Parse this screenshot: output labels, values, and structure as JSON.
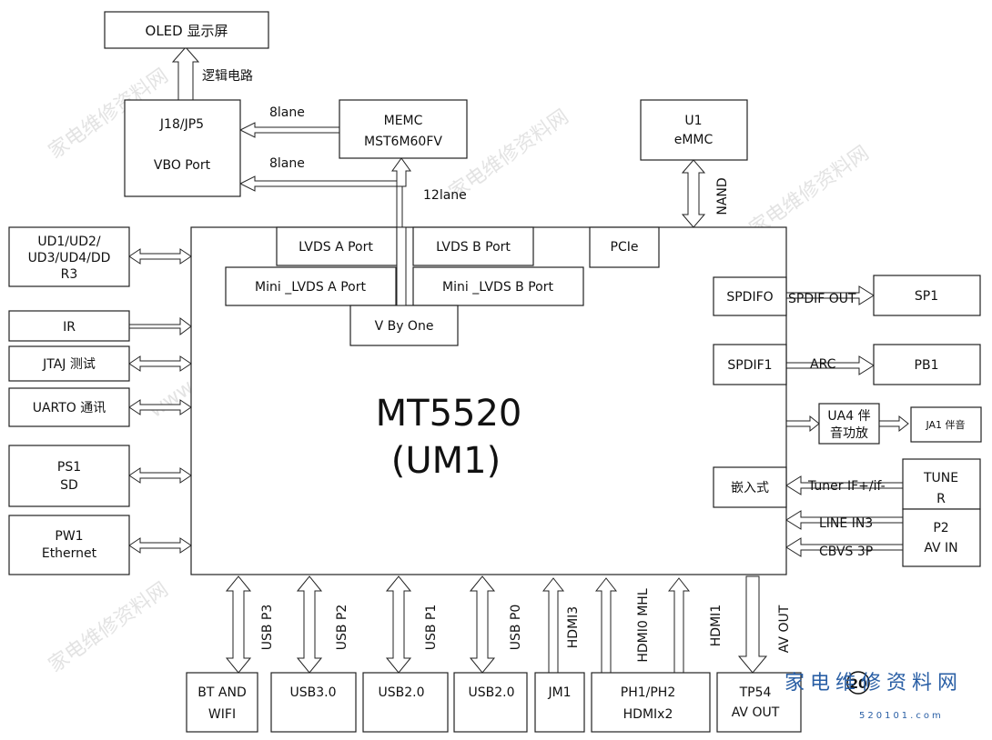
{
  "blocks": {
    "oled": "OLED 显示屏",
    "j18_line1": "J18/JP5",
    "j18_line2": "VBO Port",
    "memc_line1": "MEMC",
    "memc_line2": "MST6M60FV",
    "u1_line1": "U1",
    "u1_line2": "eMMC",
    "main_chip_line1": "MT5520",
    "main_chip_line2": "(UM1)",
    "lvds_a": "LVDS A Port",
    "lvds_b": "LVDS B Port",
    "pcie": "PCIe",
    "mini_lvds_a": "Mini _LVDS A Port",
    "mini_lvds_b": "Mini _LVDS B Port",
    "vbyone": "V    By One",
    "ud_line1": "UD1/UD2/",
    "ud_line2": "UD3/UD4/DD",
    "ud_line3": "R3",
    "ir": "IR",
    "jtag": "JTAJ 测试",
    "uart": "UARTO 通讯",
    "ps1_line1": "PS1",
    "ps1_line2": "SD",
    "pw1_line1": "PW1",
    "pw1_line2": "Ethernet",
    "spdif0": "SPDIFO",
    "spdif1": "SPDIF1",
    "embedded": "嵌入式",
    "sp1": "SP1",
    "pb1": "PB1",
    "ua4_line1": "UA4 伴",
    "ua4_line2": "音功放",
    "ja1": "JA1 伴音",
    "tuner_line1": "TUNE",
    "tuner_line2": "R",
    "p2_line1": "P2",
    "p2_line2": "AV IN",
    "bt_line1": "BT AND",
    "bt_line2": "WIFI",
    "usb30": "USB3.0",
    "usb20_a": "USB2.0",
    "usb20_b": "USB2.0",
    "jm1": "JM1",
    "ph_line1": "PH1/PH2",
    "ph_line2": "HDMIx2",
    "tp54_line1": "TP54",
    "tp54_line2": "AV OUT"
  },
  "signals": {
    "logic_circuit": "逻辑电路",
    "lane8_top": "8lane",
    "lane8_bottom": "8lane",
    "lane12": "12lane",
    "nand": "NAND",
    "spdif_out": "SPDIF OUT",
    "arc": "ARC",
    "tuner_if": "Tuner IF+/if-",
    "line_in3": "LINE IN3",
    "cbvs": "CBVS 3P",
    "usb_p3": "USB P3",
    "usb_p2": "USB P2",
    "usb_p1": "USB P1",
    "usb_p0": "USB P0",
    "hdmi3": "HDMI3",
    "hdmi0_mhl": "HDMI0 MHL",
    "hdmi1": "HDMI1",
    "av_out": "AV OUT"
  },
  "page_number": "20",
  "logo": {
    "text": "家电维修资料网",
    "url": "520101.com"
  },
  "watermarks": [
    "家电维修资料网",
    "www.520101.com"
  ]
}
